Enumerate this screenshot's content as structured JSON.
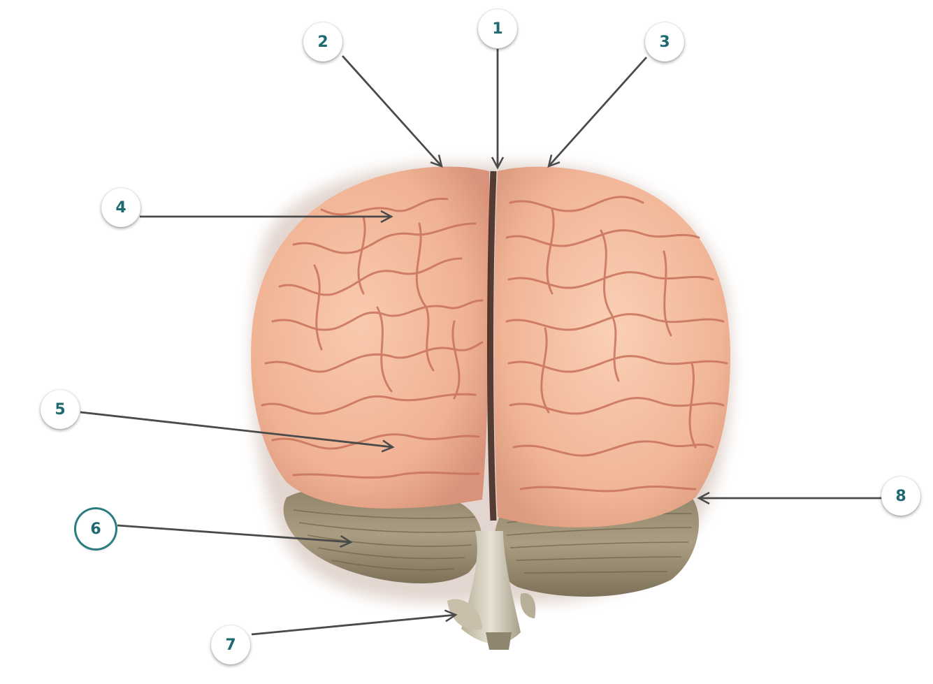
{
  "diagram": {
    "subject": "brain-posterior-view",
    "labels": [
      {
        "id": "label-1",
        "text": "1"
      },
      {
        "id": "label-2",
        "text": "2"
      },
      {
        "id": "label-3",
        "text": "3"
      },
      {
        "id": "label-4",
        "text": "4"
      },
      {
        "id": "label-5",
        "text": "5"
      },
      {
        "id": "label-6",
        "text": "6",
        "selected": true
      },
      {
        "id": "label-7",
        "text": "7"
      },
      {
        "id": "label-8",
        "text": "8"
      }
    ],
    "colors": {
      "marker_text": "#1e6a70",
      "marker_fill": "#ffffff",
      "cerebrum": "#f2b79b",
      "cerebellum": "#a3957a",
      "arrow": "#4a4a4a"
    }
  }
}
